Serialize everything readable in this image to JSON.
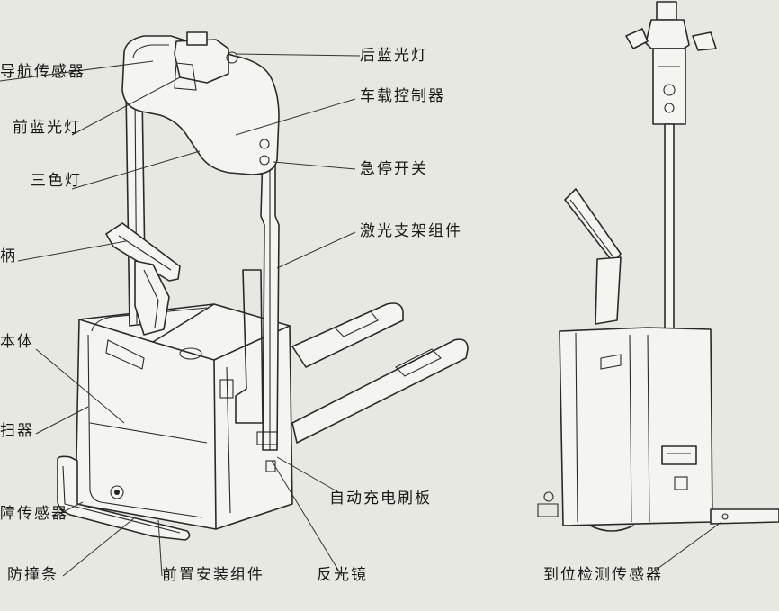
{
  "labels": {
    "nav_sensor": "导航传感器",
    "front_blue_light": "前蓝光灯",
    "tri_color_light": "三色灯",
    "handle": "柄",
    "body": "本体",
    "scanner": "扫器",
    "obstacle_sensor": "障传感器",
    "bumper": "防撞条",
    "front_mount": "前置安装组件",
    "reflector": "反光镜",
    "auto_charge": "自动充电刷板",
    "laser_bracket": "激光支架组件",
    "estop": "急停开关",
    "controller": "车载控制器",
    "rear_blue_light": "后蓝光灯",
    "position_sensor": "到位检测传感器"
  }
}
